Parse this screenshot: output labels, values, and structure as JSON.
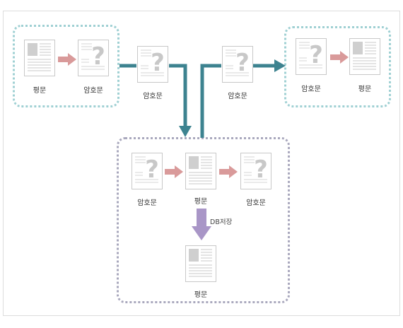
{
  "colors": {
    "connector": "#3d8390",
    "small_arrow": "#d99a9a",
    "db_arrow": "#a996c7",
    "teal_border": "#9fd0d3",
    "gray_border": "#a9a8bd"
  },
  "labels": {
    "plaintext": "평문",
    "ciphertext": "암호문",
    "db_save": "DB저장"
  },
  "icons": {
    "plain_doc": "plaintext-document-icon",
    "cipher_doc": "ciphertext-document-icon"
  }
}
